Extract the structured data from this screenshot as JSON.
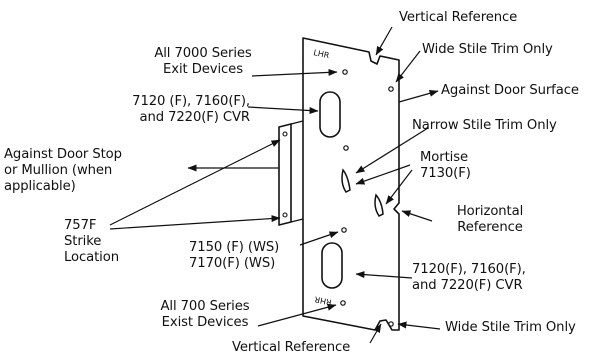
{
  "labels": {
    "vertical_reference_top": "Vertical Reference",
    "wide_stile_top": "Wide Stile Trim Only",
    "all_7000_line1": "All 7000 Series",
    "all_7000_line2": "Exit Devices",
    "cvr_top_line1": "7120 (F), 7160(F),",
    "cvr_top_line2": "and 7220(F) CVR",
    "against_door_surface": "Against Door Surface",
    "narrow_stile": "Narrow Stile Trim Only",
    "door_stop_line1": "Against Door Stop",
    "door_stop_line2": "or Mullion (when",
    "door_stop_line3": "applicable)",
    "mortise_line1": "Mortise",
    "mortise_line2": "7130(F)",
    "strike_line1": "757F",
    "strike_line2": "Strike",
    "strike_line3": "Location",
    "horizontal_line1": "Horizontal",
    "horizontal_line2": "Reference",
    "ws_line1": "7150 (F) (WS)",
    "ws_line2": "7170(F) (WS)",
    "cvr_bottom_line1": "7120(F), 7160(F),",
    "cvr_bottom_line2": "and 7220(F) CVR",
    "all_700_line1": "All 700 Series",
    "all_700_line2": "Exist Devices",
    "wide_stile_bottom": "Wide Stile Trim Only",
    "vertical_reference_bottom": "Vertical Reference"
  },
  "plate_marks": {
    "lhr": "LHR",
    "rhr": "RHR"
  },
  "colors": {
    "line": "#111111",
    "plate_fill": "#ffffff"
  }
}
